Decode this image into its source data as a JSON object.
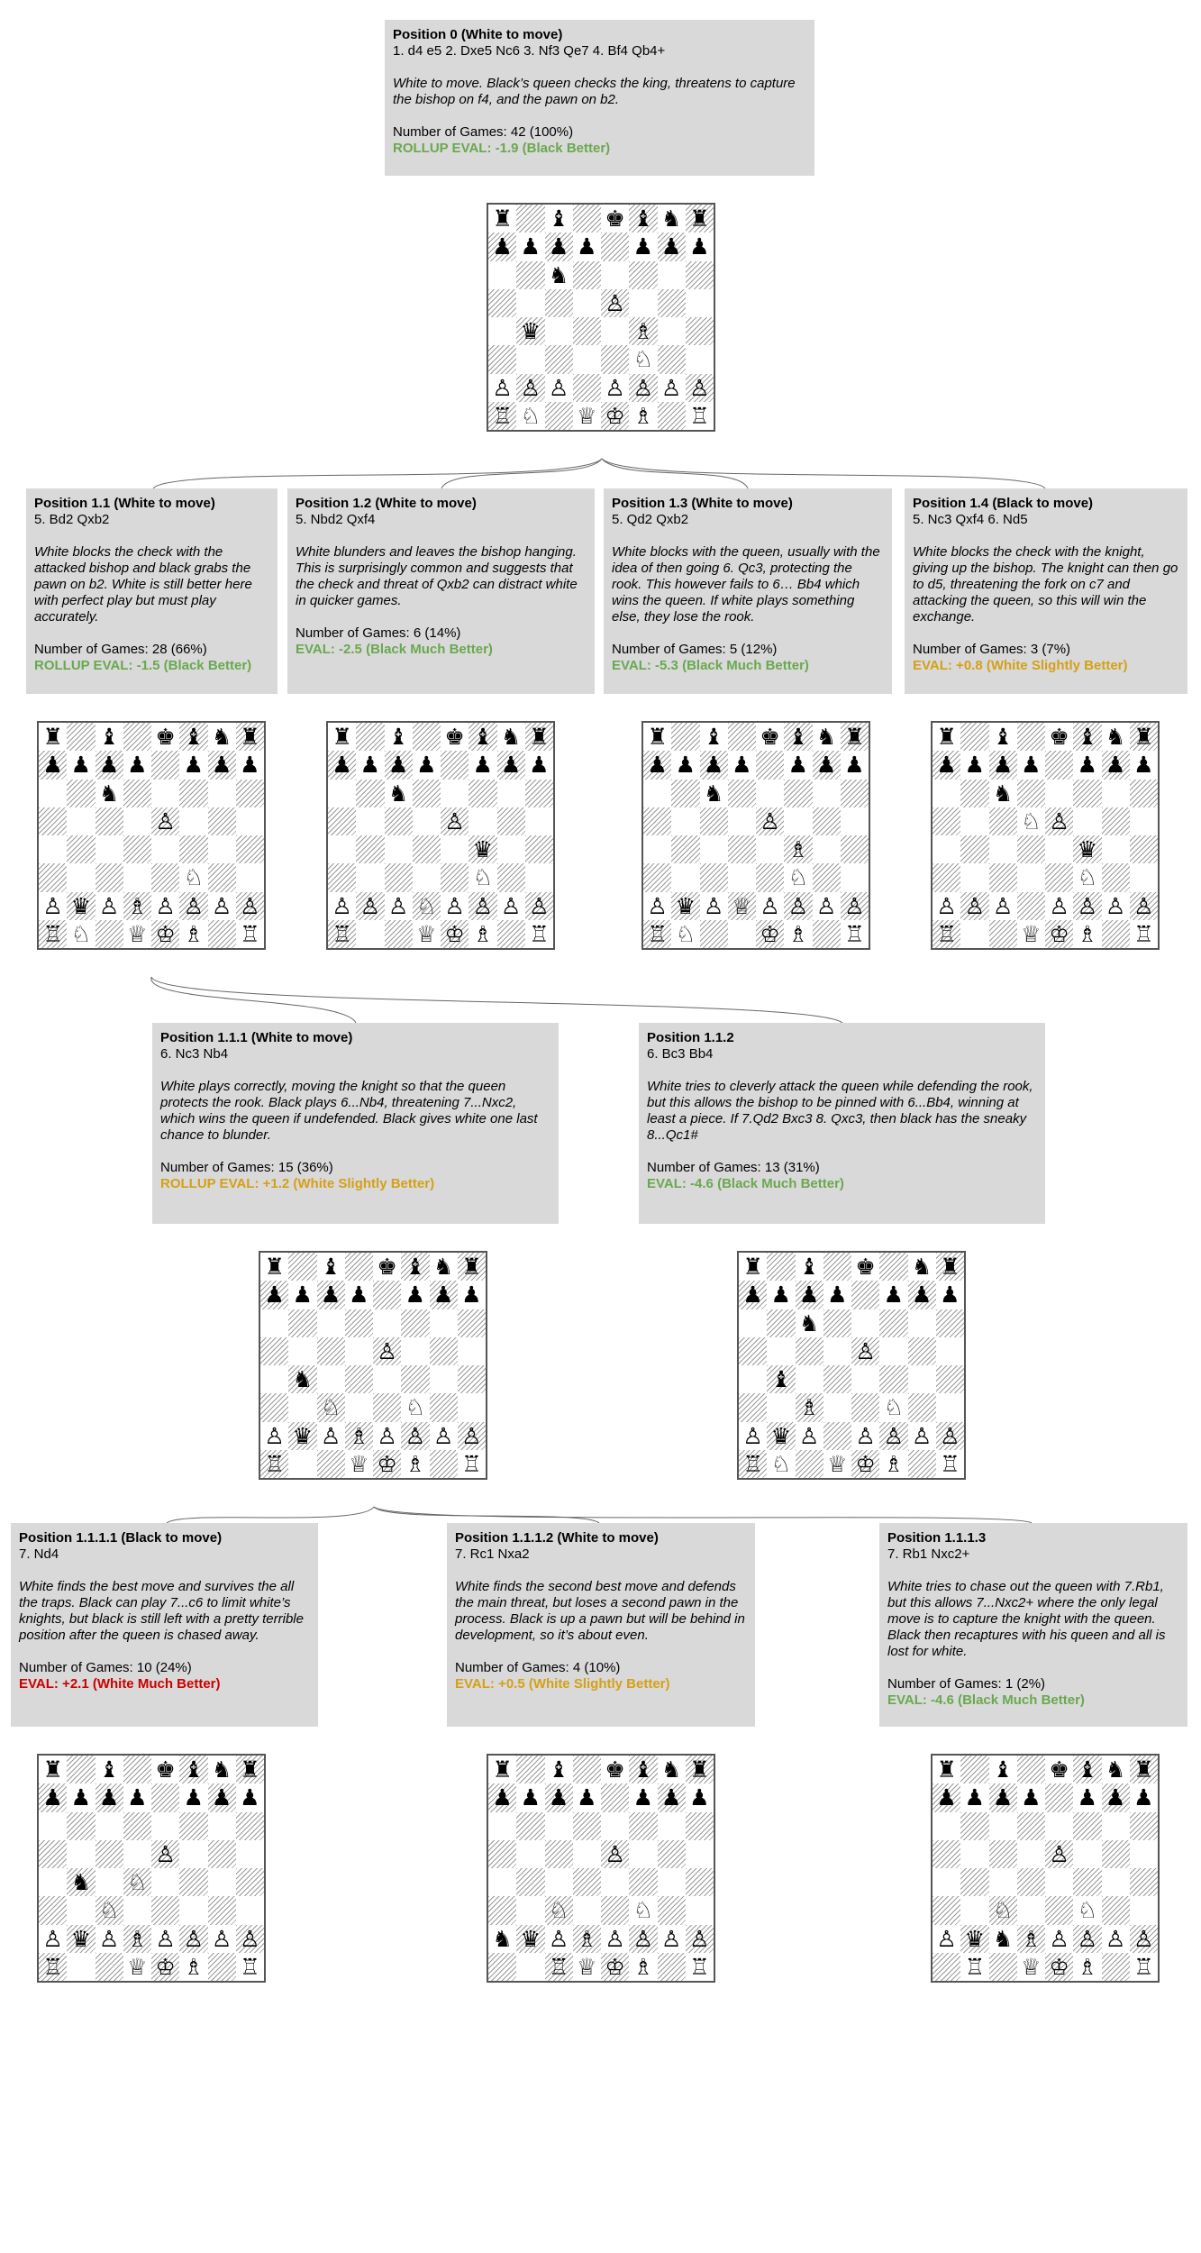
{
  "colors": {
    "card_bg": "#d9d9d9",
    "black_better": "#6aa84f",
    "white_slightly_better": "#d4a017",
    "white_much_better": "#cc0000"
  },
  "nodes": {
    "p0": {
      "title": "Position 0 (White to move)",
      "moves": "1. d4 e5 2. Dxe5 Nc6 3. Nf3 Qe7 4. Bf4 Qb4+",
      "description": "White to move. Black’s queen checks the king, threatens to capture the bishop on f4, and the pawn on b2.",
      "games": "Number of Games: 42 (100%)",
      "eval": "ROLLUP EVAL: -1.9 (Black Better)",
      "eval_color": "#6aa84f",
      "board": [
        "r.b.kbnr",
        "pppp.ppp",
        "..n.....",
        "....P...",
        ".q...B..",
        ".....N..",
        "PPP.PPPP",
        "RN.QKB.R"
      ]
    },
    "p1_1": {
      "title": "Position 1.1 (White to move)",
      "moves": "5. Bd2 Qxb2",
      "description": "White blocks the check with the attacked bishop and black grabs the pawn on b2. White is still better here with perfect play but must play accurately.",
      "games": "Number of Games: 28 (66%)",
      "eval": "ROLLUP EVAL: -1.5 (Black Better)",
      "eval_color": "#6aa84f",
      "board": [
        "r.b.kbnr",
        "pppp.ppp",
        "..n.....",
        "....P...",
        "........",
        ".....N..",
        "PqPBPPPP",
        "RN.QKB.R"
      ]
    },
    "p1_2": {
      "title": "Position 1.2 (White to move)",
      "moves": "5. Nbd2 Qxf4",
      "description": "White blunders and leaves the bishop hanging. This is surprisingly common and suggests that the check and threat of Qxb2 can distract white in quicker games.",
      "games": "Number of Games: 6 (14%)",
      "eval": "EVAL: -2.5 (Black Much Better)",
      "eval_color": "#6aa84f",
      "board": [
        "r.b.kbnr",
        "pppp.ppp",
        "..n.....",
        "....P...",
        ".....q..",
        ".....N..",
        "PPPNPPPP",
        "R..QKB.R"
      ]
    },
    "p1_3": {
      "title": "Position 1.3 (White to move)",
      "moves": "5. Qd2 Qxb2",
      "description": "White blocks with the queen, usually with the idea of then going 6. Qc3, protecting the rook. This however fails to 6… Bb4 which wins the queen. If white plays something else, they lose the rook.",
      "games": "Number of Games: 5 (12%)",
      "eval": "EVAL: -5.3 (Black Much Better)",
      "eval_color": "#6aa84f",
      "board": [
        "r.b.kbnr",
        "pppp.ppp",
        "..n.....",
        "....P...",
        ".....B..",
        ".....N..",
        "PqPQPPPP",
        "RN..KB.R"
      ]
    },
    "p1_4": {
      "title": "Position 1.4 (Black to move)",
      "moves": "5. Nc3 Qxf4 6. Nd5",
      "description": "White blocks the check with the knight, giving up the bishop. The knight can then go to d5, threatening the fork on c7 and attacking the queen, so this will win the exchange.",
      "games": "Number of Games: 3 (7%)",
      "eval": "EVAL: +0.8 (White Slightly Better)",
      "eval_color": "#d4a017",
      "board": [
        "r.b.kbnr",
        "pppp.ppp",
        "..n.....",
        "...NP...",
        ".....q..",
        ".....N..",
        "PPP.PPPP",
        "R..QKB.R"
      ]
    },
    "p1_1_1": {
      "title": "Position 1.1.1 (White to move)",
      "moves": "6. Nc3 Nb4",
      "description": "White plays correctly, moving the knight so that the queen protects the rook. Black plays 6...Nb4, threatening 7...Nxc2, which wins the queen if undefended. Black gives white one last chance to blunder.",
      "games": "Number of Games: 15 (36%)",
      "eval": "ROLLUP EVAL: +1.2 (White Slightly Better)",
      "eval_color": "#d4a017",
      "board": [
        "r.b.kbnr",
        "pppp.ppp",
        "........",
        "....P...",
        ".n......",
        "..N..N..",
        "PqPBPPPP",
        "R..QKB.R"
      ]
    },
    "p1_1_2": {
      "title": "Position 1.1.2",
      "moves": "6. Bc3 Bb4",
      "description": "White tries to cleverly attack the queen while defending the rook, but this allows the bishop to be pinned with 6...Bb4, winning at least a piece. If 7.Qd2 Bxc3 8. Qxc3, then black has the sneaky 8...Qc1#",
      "games": "Number of Games: 13 (31%)",
      "eval": "EVAL: -4.6 (Black Much Better)",
      "eval_color": "#6aa84f",
      "board": [
        "r.b.k.nr",
        "pppp.ppp",
        "..n.....",
        "....P...",
        ".b......",
        "..B..N..",
        "PqP.PPPP",
        "RN.QKB.R"
      ]
    },
    "p1_1_1_1": {
      "title": "Position 1.1.1.1 (Black to move)",
      "moves": "7. Nd4",
      "description": "White finds the best move and survives the all the traps. Black can play 7...c6 to limit white’s knights, but black is still left with a pretty terrible position after the queen is chased away.",
      "games": "Number of Games: 10 (24%)",
      "eval": "EVAL: +2.1 (White Much Better)",
      "eval_color": "#cc0000",
      "board": [
        "r.b.kbnr",
        "pppp.ppp",
        "........",
        "....P...",
        ".n.N....",
        "..N.....",
        "PqPBPPPP",
        "R..QKB.R"
      ]
    },
    "p1_1_1_2": {
      "title": "Position 1.1.1.2 (White to move)",
      "moves": "7. Rc1 Nxa2",
      "description": "White finds the second best move and defends the main threat, but loses a second pawn in the process. Black is up a pawn but will be behind in development, so it’s about even.",
      "games": "Number of Games: 4 (10%)",
      "eval": "EVAL: +0.5 (White Slightly Better)",
      "eval_color": "#d4a017",
      "board": [
        "r.b.kbnr",
        "pppp.ppp",
        "........",
        "....P...",
        "........",
        "..N..N..",
        "nqPBPPPP",
        "..RQKB.R"
      ]
    },
    "p1_1_1_3": {
      "title": "Position 1.1.1.3",
      "moves": "7. Rb1 Nxc2+",
      "description": "White tries to chase out the queen with 7.Rb1, but this allows 7...Nxc2+ where the only legal move is to capture the knight with the queen. Black then recaptures with his queen and all is lost for white.",
      "games": "Number of Games: 1 (2%)",
      "eval": "EVAL: -4.6 (Black Much Better)",
      "eval_color": "#6aa84f",
      "board": [
        "r.b.kbnr",
        "pppp.ppp",
        "........",
        "....P...",
        "........",
        "..N..N..",
        "PqnBPPPP",
        ".R.QKB.R"
      ]
    }
  }
}
